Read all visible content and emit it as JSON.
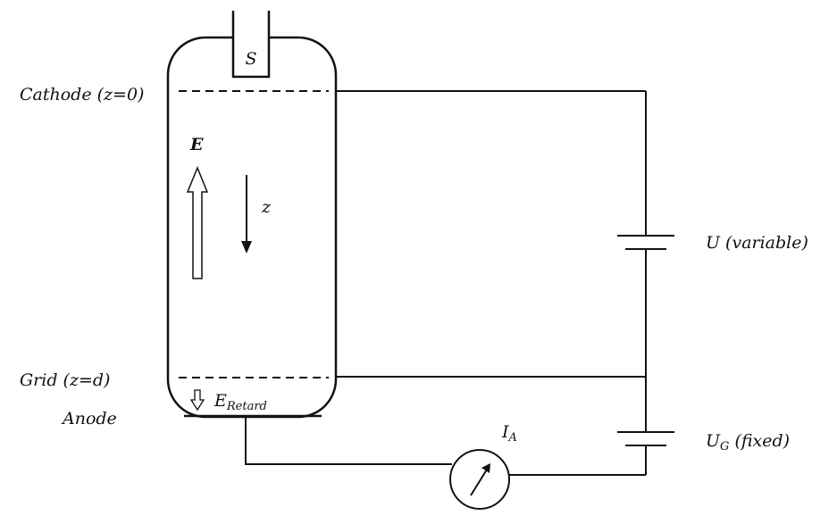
{
  "labels": {
    "source": "S",
    "cathode": "Cathode (z=0)",
    "grid": "Grid (z=d)",
    "anode": "Anode",
    "field_e": "E",
    "axis_z": "z",
    "e_retard_main": "E",
    "e_retard_sub": "Retard",
    "voltage_u": "U (variable)",
    "current_main": "I",
    "current_sub": "A",
    "voltage_ug_main": "U",
    "voltage_ug_sub": "G",
    "voltage_ug_rest": " (fixed)"
  }
}
